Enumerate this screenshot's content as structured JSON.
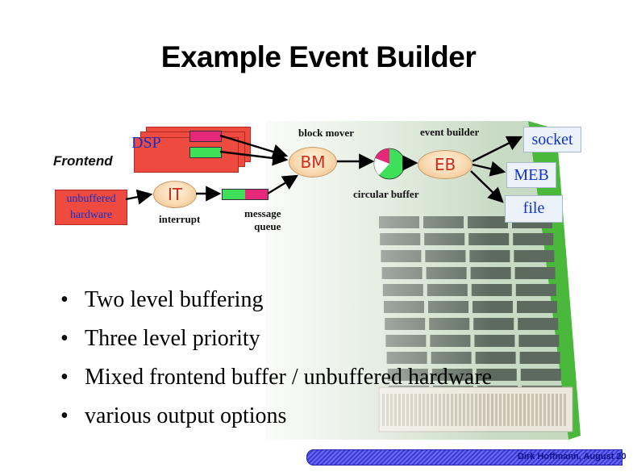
{
  "slide": {
    "title": "Example Event Builder"
  },
  "diagram": {
    "frontend_label": "Frontend",
    "dsp_label": "DSP",
    "unbuffered_label_line1": "unbuffered",
    "unbuffered_label_line2": "hardware",
    "it_label": "IT",
    "interrupt_label": "interrupt",
    "message_queue_line1": "message",
    "message_queue_line2": "queue",
    "bm_label": "BM",
    "block_mover_label": "block mover",
    "circular_buffer_label": "circular buffer",
    "eb_label": "EB",
    "event_builder_label": "event builder",
    "outputs": [
      "socket",
      "MEB",
      "file"
    ]
  },
  "bullets": [
    "Two level buffering",
    "Three level priority",
    "Mixed frontend buffer / unbuffered hardware",
    "various output options"
  ],
  "footer": {
    "text": "Dirk Hoffmann, August 20"
  },
  "colors": {
    "card_red": "#ee4a3f",
    "buffer_pink": "#e6287a",
    "buffer_green": "#3ee05a",
    "label_blue": "#1133cc",
    "oval_text_red": "#d02a1a",
    "board_green": "#4ab83a"
  }
}
